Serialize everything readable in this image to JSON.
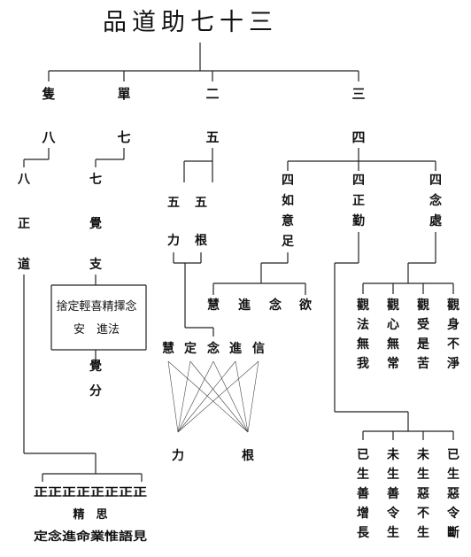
{
  "title": "品道助七十三",
  "top": [
    "隻",
    "單",
    "二",
    "三"
  ],
  "nums": [
    "八",
    "七",
    "五",
    "四"
  ],
  "left": {
    "col8": [
      "八",
      "正",
      "道"
    ],
    "col7": [
      "七",
      "覺",
      "支"
    ],
    "col7_box_row1": "捨定輕喜精擇念",
    "col7_box_row2": "安　進法",
    "col7_bottom": [
      "覺",
      "分"
    ],
    "eight_row1": "正正正正正正正正",
    "eight_row2": "精　思",
    "eight_row3": "定念進命業惟語見"
  },
  "middle": {
    "five_a": "五",
    "five_b": "五",
    "li": "力",
    "gen": "根",
    "five_items": [
      "慧",
      "定",
      "念",
      "進",
      "信"
    ],
    "bottom_li": "力",
    "bottom_gen": "根"
  },
  "right": {
    "col_ruyi": [
      "四",
      "如",
      "意",
      "足"
    ],
    "col_zheng": [
      "四",
      "正",
      "勤"
    ],
    "col_nian": [
      "四",
      "念",
      "處"
    ],
    "ruyi_items": [
      "慧",
      "進",
      "念",
      "欲"
    ],
    "nianchu_cols": [
      [
        "觀",
        "法",
        "無",
        "我"
      ],
      [
        "觀",
        "心",
        "無",
        "常"
      ],
      [
        "觀",
        "受",
        "是",
        "苦"
      ],
      [
        "觀",
        "身",
        "不",
        "淨"
      ]
    ],
    "zhengqin_cols": [
      [
        "已",
        "生",
        "善",
        "增",
        "長"
      ],
      [
        "未",
        "生",
        "善",
        "令",
        "生"
      ],
      [
        "未",
        "生",
        "惡",
        "不",
        "生"
      ],
      [
        "已",
        "生",
        "惡",
        "令",
        "斷"
      ]
    ]
  }
}
